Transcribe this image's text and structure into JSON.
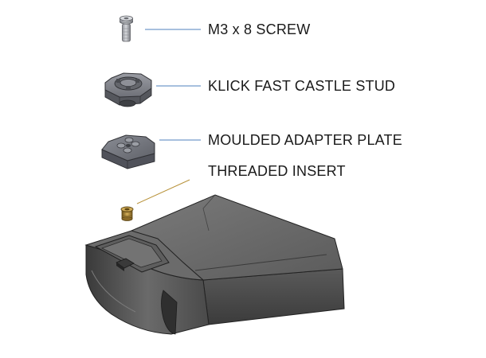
{
  "diagram": {
    "labels": {
      "screw": "M3 x 8 SCREW",
      "castle_stud": "KLICK FAST CASTLE STUD",
      "adapter_plate": "MOULDED ADAPTER PLATE",
      "threaded_insert": "THREADED INSERT"
    },
    "colors": {
      "leader_blue": "#4f81bd",
      "leader_brass": "#b8923a",
      "part_grey": "#7d8088",
      "part_dark": "#4a4c50",
      "housing_light": "#6e6e6e",
      "housing_dark": "#3c3c3c",
      "brass": "#b08a3c"
    }
  }
}
